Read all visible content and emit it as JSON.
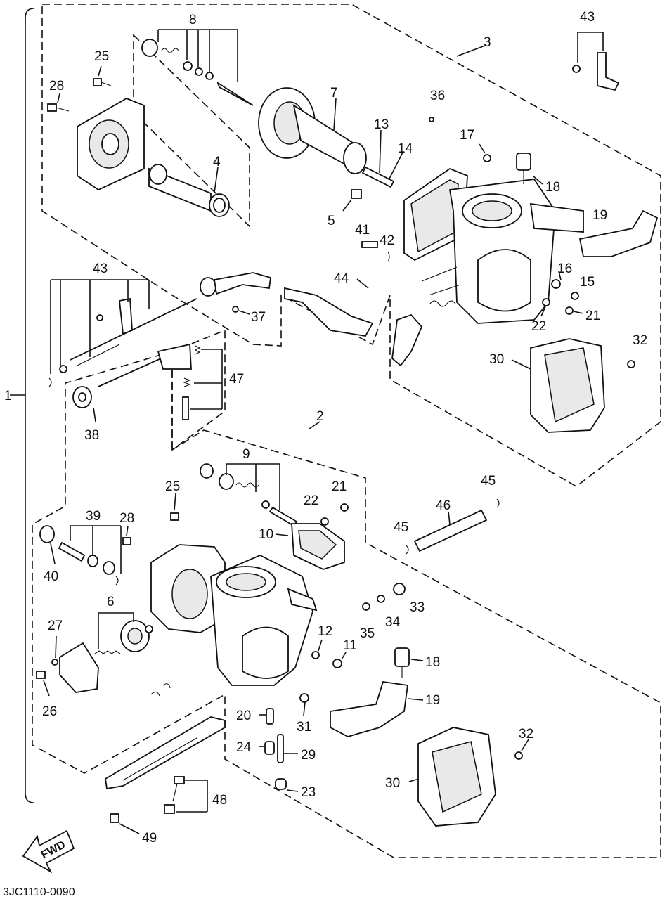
{
  "figure_id": "3JC1110-0090",
  "direction_arrow": "FWD",
  "callouts": {
    "c1": "1",
    "c2": "2",
    "c3": "3",
    "c4": "4",
    "c5": "5",
    "c6": "6",
    "c7": "7",
    "c8": "8",
    "c9": "9",
    "c10": "10",
    "c11": "11",
    "c12": "12",
    "c13": "13",
    "c14": "14",
    "c15": "15",
    "c16": "16",
    "c17": "17",
    "c18a": "18",
    "c18b": "18",
    "c19a": "19",
    "c19b": "19",
    "c20": "20",
    "c21a": "21",
    "c21b": "21",
    "c22a": "22",
    "c22b": "22",
    "c23": "23",
    "c24": "24",
    "c25a": "25",
    "c25b": "25",
    "c26": "26",
    "c27": "27",
    "c28a": "28",
    "c28b": "28",
    "c29": "29",
    "c30a": "30",
    "c30b": "30",
    "c31": "31",
    "c32a": "32",
    "c32b": "32",
    "c33": "33",
    "c34": "34",
    "c35": "35",
    "c36": "36",
    "c37": "37",
    "c38": "38",
    "c39": "39",
    "c40": "40",
    "c41": "41",
    "c42": "42",
    "c43a": "43",
    "c43b": "43",
    "c44": "44",
    "c45a": "45",
    "c45b": "45",
    "c46": "46",
    "c47": "47",
    "c48": "48",
    "c49": "49"
  }
}
